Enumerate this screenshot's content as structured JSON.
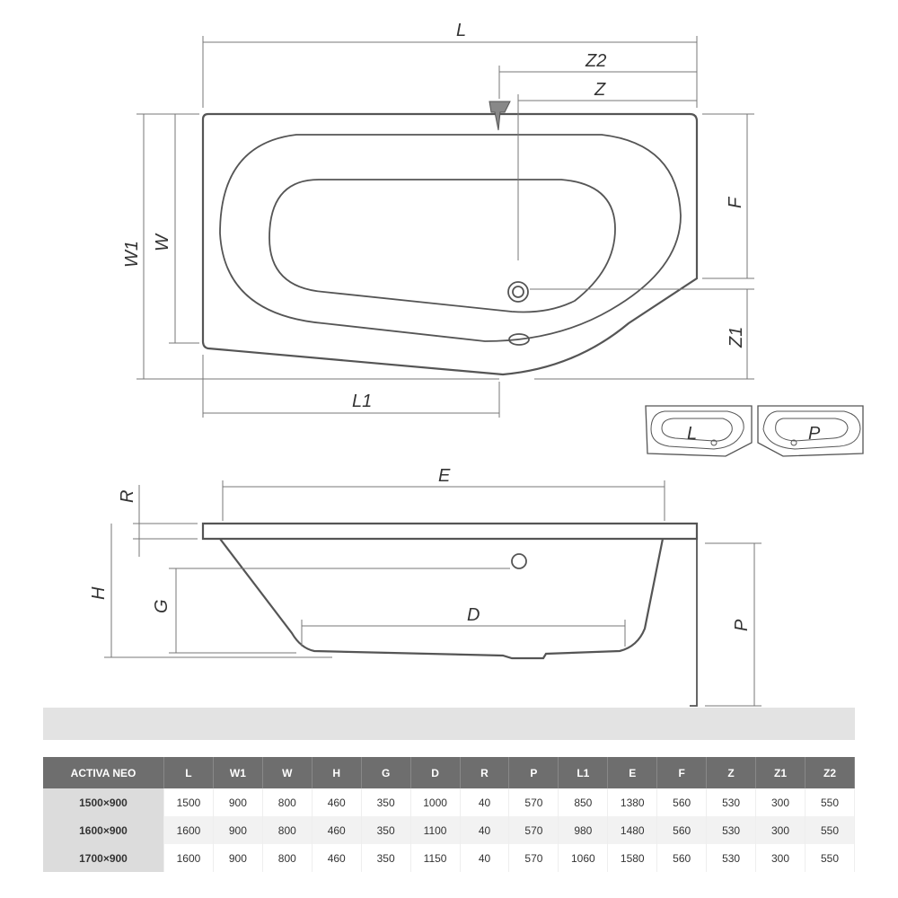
{
  "labels": {
    "L": "L",
    "Z2": "Z2",
    "Z": "Z",
    "W1": "W1",
    "W": "W",
    "F": "F",
    "Z1": "Z1",
    "L1": "L1",
    "E": "E",
    "R": "R",
    "H": "H",
    "G": "G",
    "D": "D",
    "P": "P",
    "thumb_left": "L",
    "thumb_right": "P"
  },
  "table": {
    "headers": [
      "ACTIVA NEO",
      "L",
      "W1",
      "W",
      "H",
      "G",
      "D",
      "R",
      "P",
      "L1",
      "E",
      "F",
      "Z",
      "Z1",
      "Z2"
    ],
    "rows": [
      [
        "1500×900",
        "1500",
        "900",
        "800",
        "460",
        "350",
        "1000",
        "40",
        "570",
        "850",
        "1380",
        "560",
        "530",
        "300",
        "550"
      ],
      [
        "1600×900",
        "1600",
        "900",
        "800",
        "460",
        "350",
        "1100",
        "40",
        "570",
        "980",
        "1480",
        "560",
        "530",
        "300",
        "550"
      ],
      [
        "1700×900",
        "1600",
        "900",
        "800",
        "460",
        "350",
        "1150",
        "40",
        "570",
        "1060",
        "1580",
        "560",
        "530",
        "300",
        "550"
      ]
    ]
  }
}
